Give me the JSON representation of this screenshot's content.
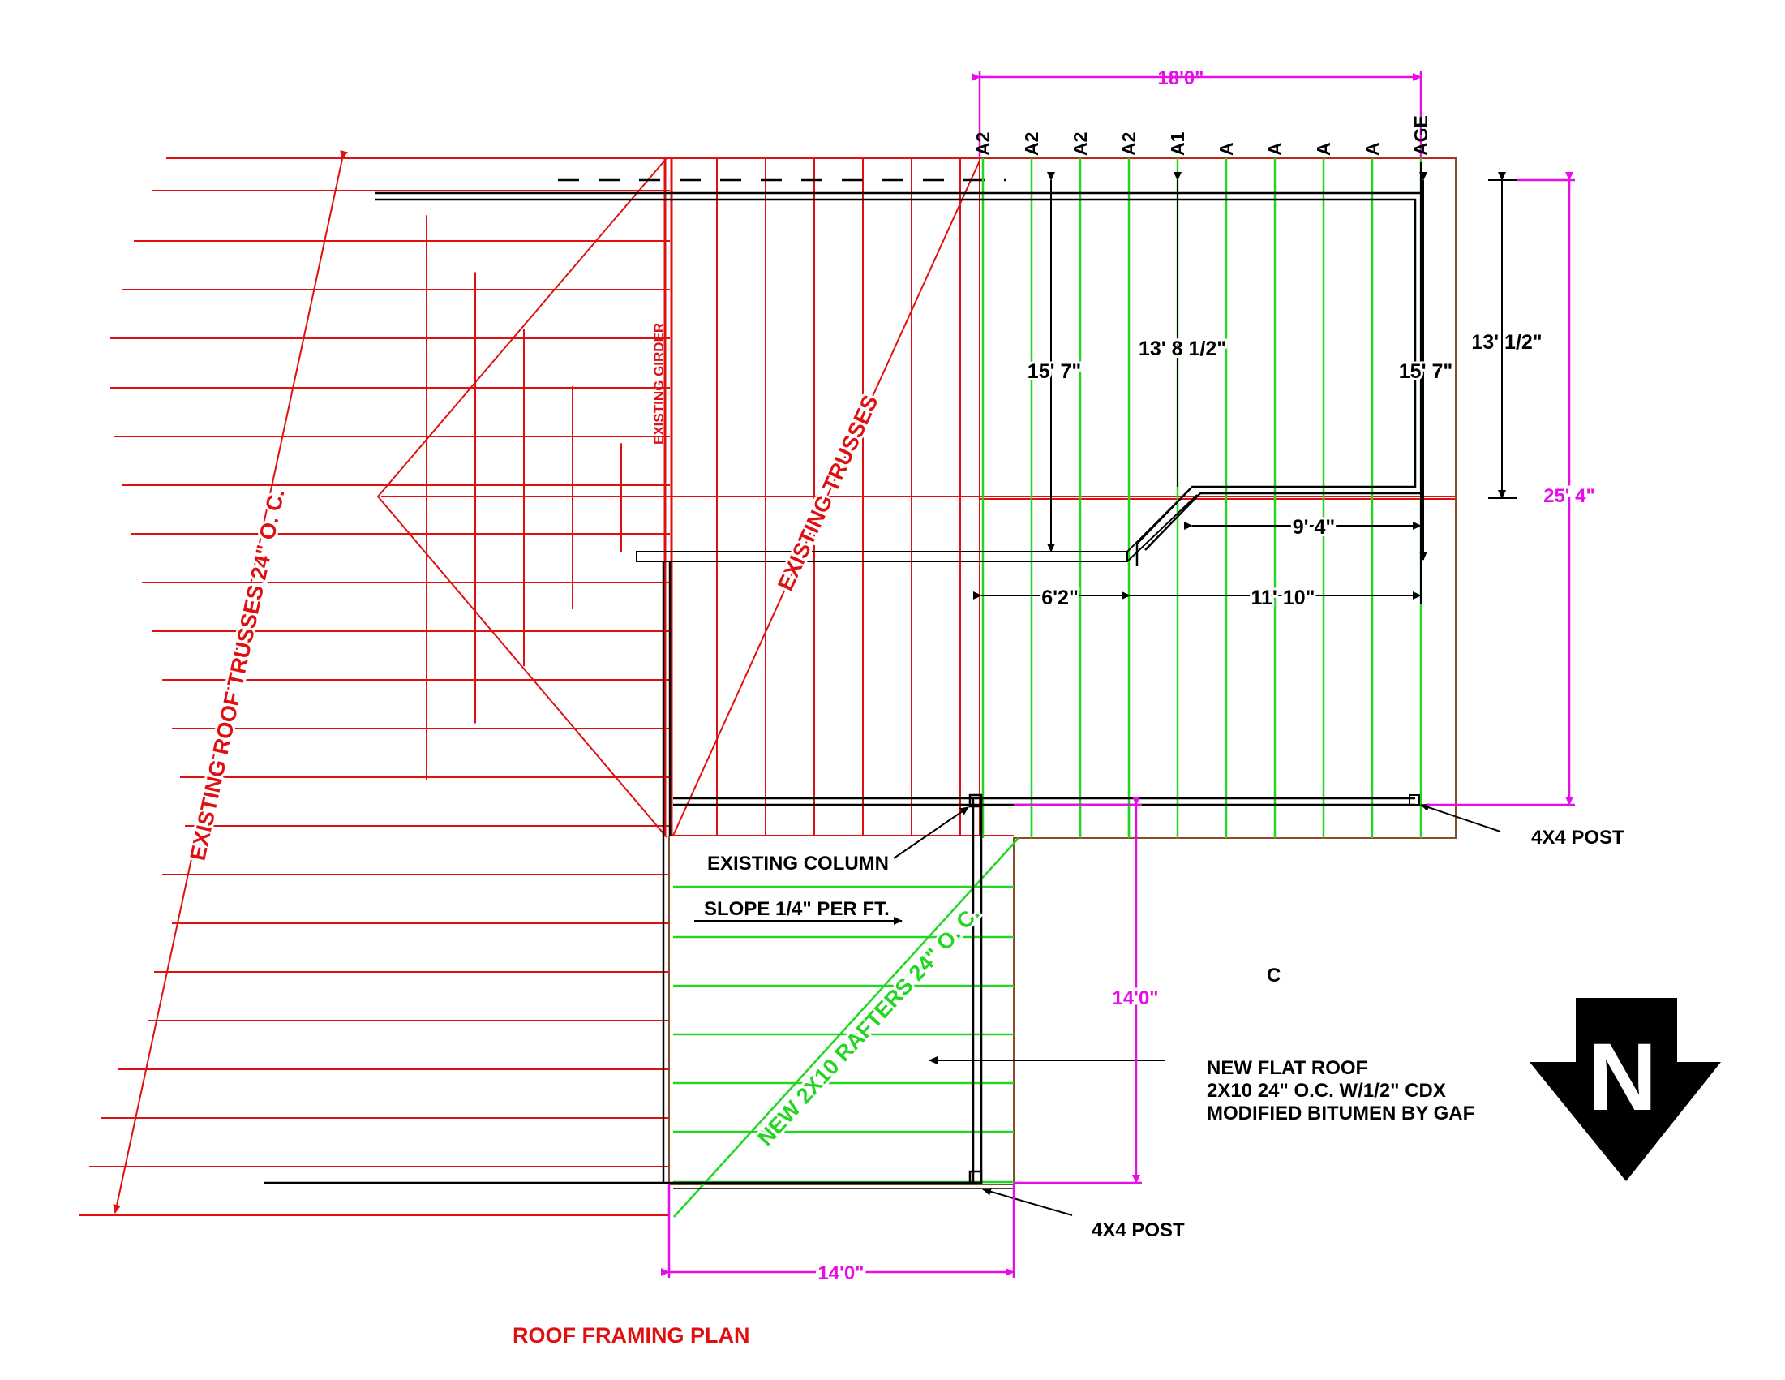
{
  "title": "ROOF FRAMING PLAN",
  "colors": {
    "existing": "#e01010",
    "new_rafters": "#22d622",
    "dimension": "#e60ee6",
    "ink": "#000000",
    "outline": "#8b4a2b"
  },
  "labels": {
    "existing_girder": "EXISTING GIRDER",
    "existing_trusses": "EXISTING TRUSSES",
    "existing_roof_trusses": "EXISTING ROOF TRUSSES 24\" O. C.",
    "new_rafters": "NEW 2X10 RAFTERS 24\" O. C.",
    "existing_column": "EXISTING COLUMN",
    "slope": "SLOPE 1/4\" PER FT.",
    "post_right": "4X4 POST",
    "post_bottom": "4X4 POST",
    "note_c": "C",
    "new_flat_roof": [
      "NEW FLAT ROOF",
      "2X10 24\" O.C. W/1/2\" CDX",
      "MODIFIED BITUMEN BY GAF"
    ]
  },
  "rafter_marks": [
    "A2",
    "A2",
    "A2",
    "A2",
    "A1",
    "A",
    "A",
    "A",
    "A",
    "AGE"
  ],
  "dimensions": {
    "top_width": "18'0\"",
    "right_height": "25' 4\"",
    "bottom_width": "14'0\"",
    "lower_height": "14'0\"",
    "left_height": "15' 7\"",
    "mid_height": "13' 8 1/2\"",
    "right_inner": "15' 7\"",
    "right_upper": "13' 1/2\"",
    "step_width": "9' 4\"",
    "span_left": "6'2\"",
    "span_right": "11' 10\""
  },
  "north_arrow": "N"
}
